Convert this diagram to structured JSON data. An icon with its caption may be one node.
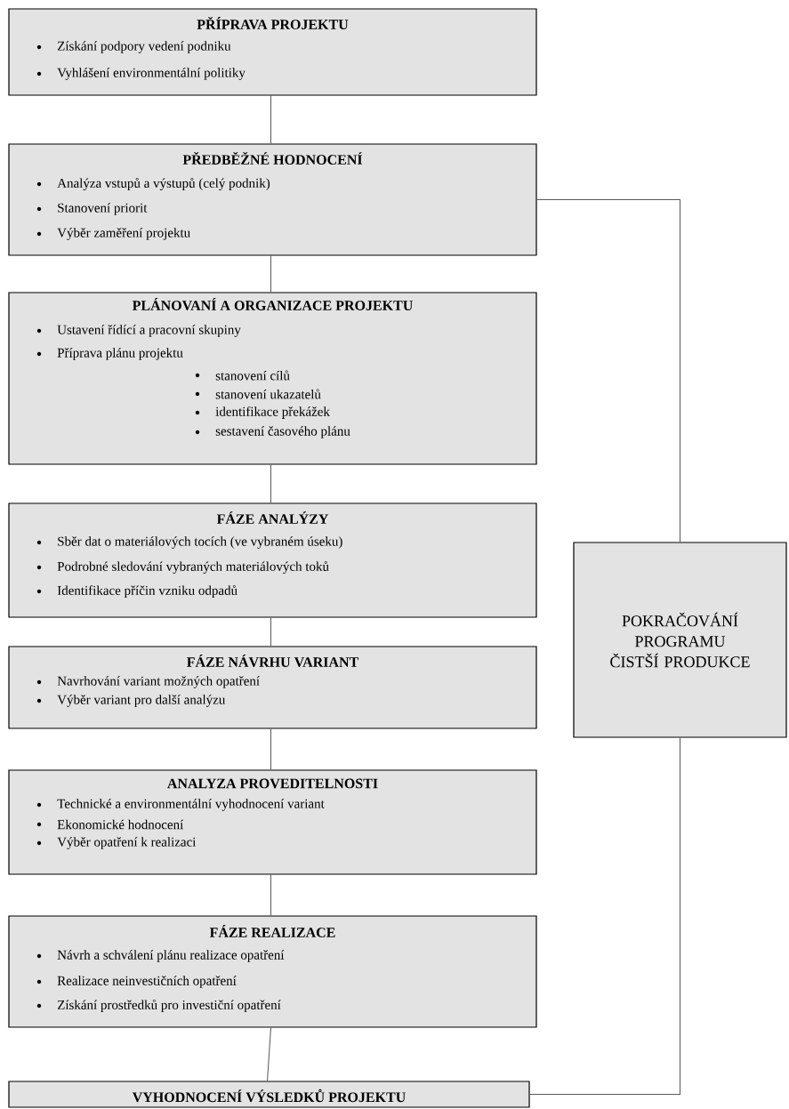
{
  "diagram": {
    "nodes": [
      {
        "text": [
          "PŘÍPRAVA PROJEKTU",
          "Získání podpory vedení podniku",
          "Vyhlášení environmentální politiky"
        ]
      },
      {
        "text": [
          "PŘEDBĚŽNÉ HODNOCENÍ",
          "Analýza vstupů a výstupů (celý podnik)",
          "Stanovení priorit",
          "Výběr zaměření projektu"
        ]
      },
      {
        "text": [
          "PLÁNOVANÍ A ORGANIZACE PROJEKTU",
          "Ustavení řídící a pracovní skupiny",
          "Příprava plánu projektu",
          "stanovení cílů",
          "stanovení ukazatelů",
          "identifikace překážek",
          "sestavení časového plánu"
        ]
      },
      {
        "text": [
          "FÁZE ANALÝZY",
          "Sběr dat o materiálových tocích (ve vybraném úseku)",
          "Podrobné sledování vybraných materiálových toků",
          "Identifikace příčin vzniku odpadů"
        ]
      },
      {
        "text": [
          "FÁZE NÁVRHU VARIANT",
          "Navrhování variant možných opatření",
          "Výběr variant pro další analýzu"
        ]
      },
      {
        "text": [
          "ANALYZA PROVEDITELNOSTI",
          "Technické a environmentální vyhodnocení variant",
          "Ekonomické hodnocení",
          "Výběr opatření k realizaci"
        ]
      },
      {
        "text": [
          "FÁZE REALIZACE",
          "Návrh a schválení plánu realizace opatření",
          "Realizace neinvestičních opatření",
          "Získání prostředků pro investiční opatření"
        ]
      },
      {
        "text": [
          "VYHODNOCENÍ VÝSLEDKŮ PROJEKTU"
        ]
      },
      {
        "text": [
          "POKRAČOVÁNÍ PROGRAMU ČISTŠÍ PRODUKCE"
        ]
      }
    ],
    "edges": [
      {
        "from": 0,
        "to": 1,
        "arrow": "none"
      },
      {
        "from": 1,
        "to": 2,
        "arrow": "none"
      },
      {
        "from": 2,
        "to": 3,
        "arrow": "none"
      },
      {
        "from": 3,
        "to": 4,
        "arrow": "none"
      },
      {
        "from": 4,
        "to": 5,
        "arrow": "none"
      },
      {
        "from": 5,
        "to": 6,
        "arrow": "none"
      },
      {
        "from": 6,
        "to": 7,
        "arrow": "none"
      },
      {
        "from": 1,
        "to": 8,
        "arrow": "none"
      },
      {
        "from": 7,
        "to": 8,
        "arrow": "none"
      }
    ]
  }
}
